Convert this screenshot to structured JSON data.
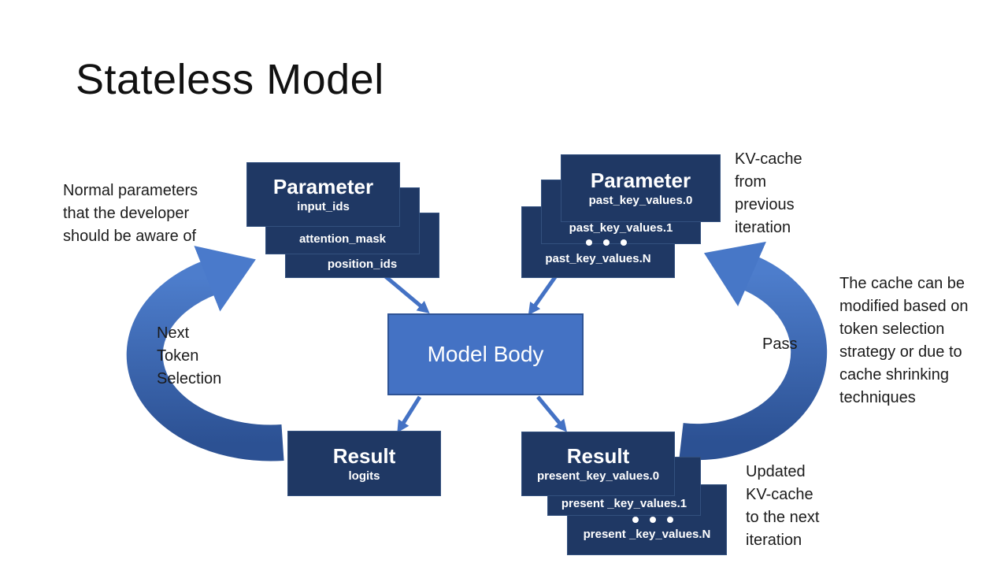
{
  "title": "Stateless Model",
  "notes": {
    "normal_params": "Normal parameters\nthat the developer\nshould be aware of",
    "kv_from_prev": "KV-cache\nfrom\nprevious\niteration",
    "cache_modified": "The cache can be\nmodified based on\ntoken selection\nstrategy or due to\ncache shrinking\ntechniques",
    "updated_kv": "Updated\nKV-cache\nto the next\niteration",
    "next_token": "Next\nToken\nSelection",
    "pass": "Pass"
  },
  "model_body": {
    "label": "Model Body"
  },
  "left_params": {
    "title": "Parameter",
    "items": [
      "input_ids",
      "attention_mask",
      "position_ids"
    ]
  },
  "right_params": {
    "title": "Parameter",
    "items": [
      "past_key_values.0",
      "past_key_values.1",
      "past_key_values.N"
    ],
    "ellipsis": "• • •"
  },
  "left_result": {
    "title": "Result",
    "items": [
      "logits"
    ]
  },
  "right_result": {
    "title": "Result",
    "items": [
      "present_key_values.0",
      "present _key_values.1",
      "present _key_values.N"
    ],
    "ellipsis": "• • •"
  },
  "colors": {
    "box_navy": "#1F3864",
    "accent_blue": "#4472C4",
    "accent_blue_dark": "#2E5395",
    "arrow_gradient_top": "#4D7DCC",
    "arrow_gradient_bottom": "#2C5193",
    "text": "#1B1B1B",
    "background": "#FFFFFF"
  }
}
